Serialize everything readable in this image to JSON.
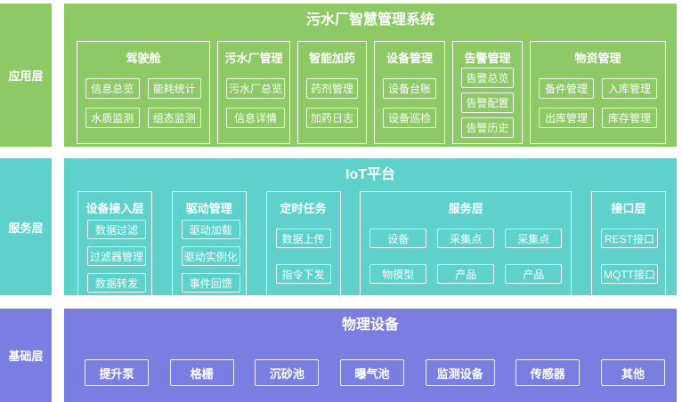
{
  "colors": {
    "application_green": "#8dc964",
    "service_teal": "#5fd1cb",
    "base_purple": "#7a7ee0",
    "text": "#ffffff"
  },
  "application_layer": {
    "label": "应用层",
    "title": "污水厂智慧管理系统",
    "groups": [
      {
        "title": "驾驶舱",
        "items": [
          "信息总览",
          "能耗统计",
          "水质监测",
          "组态监测"
        ]
      },
      {
        "title": "污水厂管理",
        "items": [
          "污水厂总览",
          "信息详情"
        ]
      },
      {
        "title": "智能加药",
        "items": [
          "药剂管理",
          "加药日志"
        ]
      },
      {
        "title": "设备管理",
        "items": [
          "设备台账",
          "设备巡检"
        ]
      },
      {
        "title": "告警管理",
        "items": [
          "告警总览",
          "告警配置",
          "告警历史"
        ]
      },
      {
        "title": "物资管理",
        "items": [
          "备件管理",
          "入库管理",
          "出库管理",
          "库存管理"
        ]
      }
    ]
  },
  "service_layer": {
    "label": "服务层",
    "title": "IoT平台",
    "groups": [
      {
        "title": "设备接入层",
        "items": [
          "数据过滤",
          "过滤器管理",
          "数据转发"
        ]
      },
      {
        "title": "驱动管理",
        "items": [
          "驱动加载",
          "驱动实例化",
          "事件回馈"
        ]
      },
      {
        "title": "定时任务",
        "items": [
          "数据上传",
          "指令下发"
        ]
      },
      {
        "title": "服务层",
        "items": [
          "设备",
          "采集点",
          "采集点",
          "物模型",
          "产品",
          "产品"
        ]
      },
      {
        "title": "接口层",
        "items": [
          "REST接口",
          "MQTT接口"
        ]
      }
    ]
  },
  "base_layer": {
    "label": "基础层",
    "title": "物理设备",
    "items": [
      "提升泵",
      "格栅",
      "沉砂池",
      "曝气池",
      "监测设备",
      "传感器",
      "其他"
    ]
  }
}
